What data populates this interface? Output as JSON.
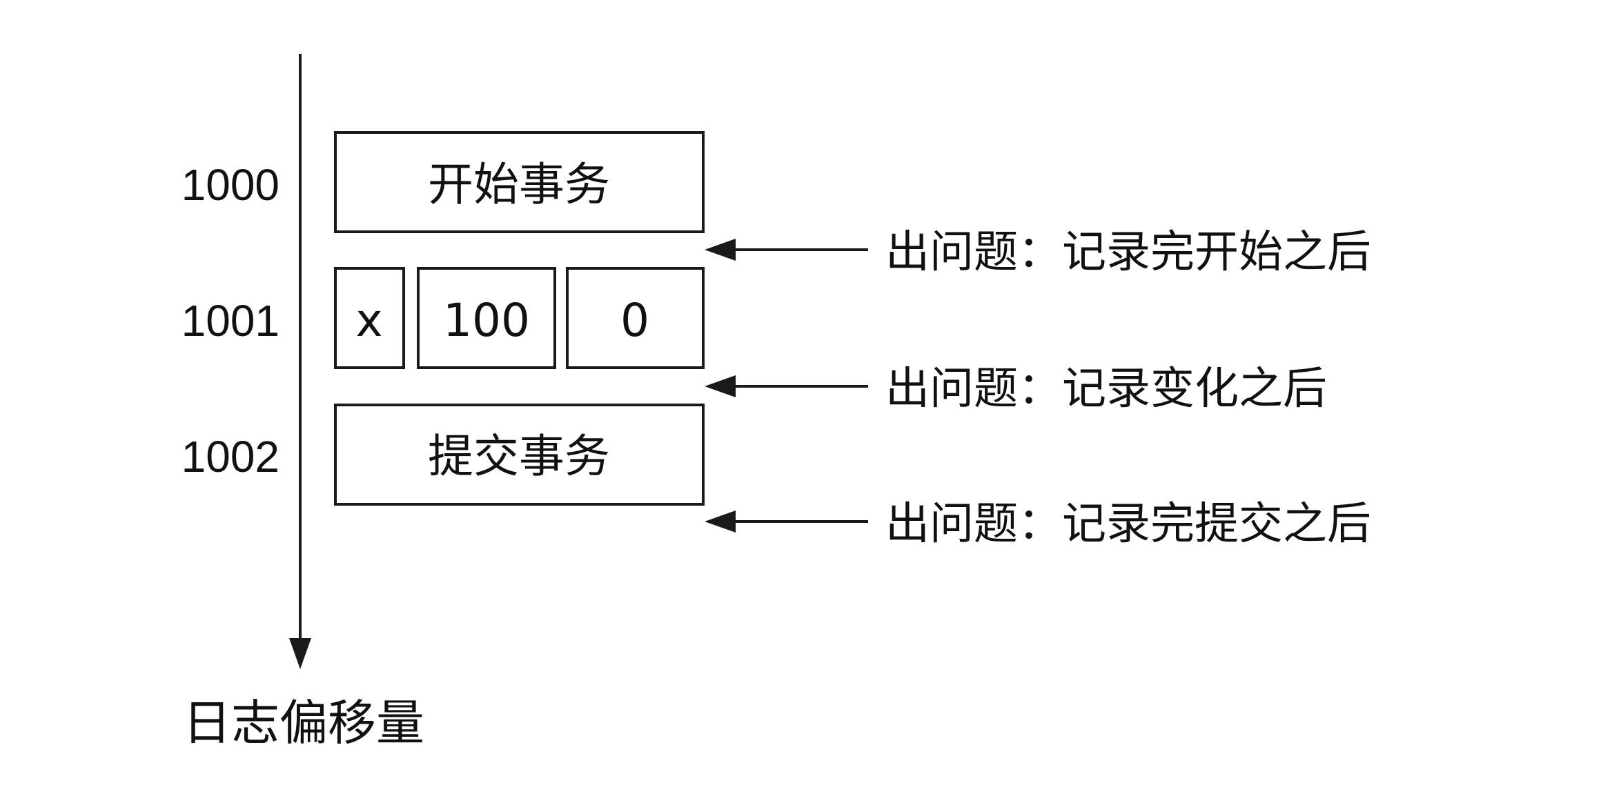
{
  "axis": {
    "label": "日志偏移量"
  },
  "rows": [
    {
      "offset": "1000",
      "cells": [
        "开始事务"
      ]
    },
    {
      "offset": "1001",
      "cells": [
        "x",
        "100",
        "0"
      ]
    },
    {
      "offset": "1002",
      "cells": [
        "提交事务"
      ]
    }
  ],
  "annotations": [
    "出问题：记录完开始之后",
    "出问题：记录变化之后",
    "出问题：记录完提交之后"
  ]
}
